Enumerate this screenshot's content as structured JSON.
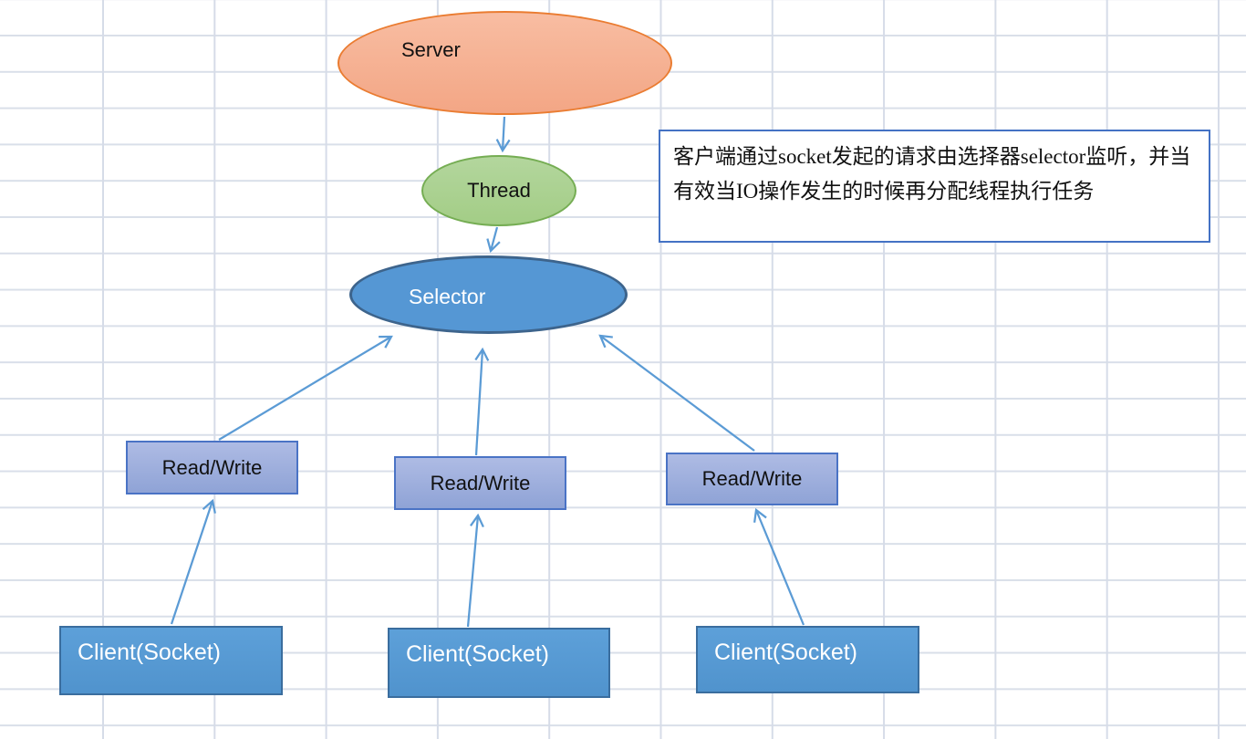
{
  "canvas": {
    "background": "#FFFFFF",
    "grid_line_color": "#D6DCE8"
  },
  "nodes": {
    "server": {
      "label": "Server",
      "fill": "#F3A685",
      "border": "#EA7C31",
      "text_color": "#111111"
    },
    "thread": {
      "label": "Thread",
      "fill": "#A9D18E",
      "border": "#75AD53",
      "text_color": "#111111"
    },
    "selector": {
      "label": "Selector",
      "fill": "#5597D4",
      "border": "#3D648C",
      "text_color": "#FFFFFF"
    },
    "read_write": [
      {
        "label": "Read/Write"
      },
      {
        "label": "Read/Write"
      },
      {
        "label": "Read/Write"
      }
    ],
    "clients": [
      {
        "label": "Client(Socket)"
      },
      {
        "label": "Client(Socket)"
      },
      {
        "label": "Client(Socket)"
      }
    ],
    "read_write_fill": "#9FAEDC",
    "read_write_border": "#4A73C5",
    "client_fill": "#5597D0",
    "client_border": "#3A6D9E"
  },
  "note": {
    "text": "客户端通过socket发起的请求由选择器selector监听，并当有效当IO操作发生的时候再分配线程执行任务",
    "border_color": "#4472C4",
    "background": "#FFFFFF"
  },
  "arrows": {
    "color": "#5B9BD5",
    "style": "open-head",
    "connections": [
      "server -> thread",
      "thread -> selector",
      "read_write_1 -> selector",
      "read_write_2 -> selector",
      "read_write_3 -> selector",
      "client_1 -> read_write_1",
      "client_2 -> read_write_2",
      "client_3 -> read_write_3"
    ]
  }
}
